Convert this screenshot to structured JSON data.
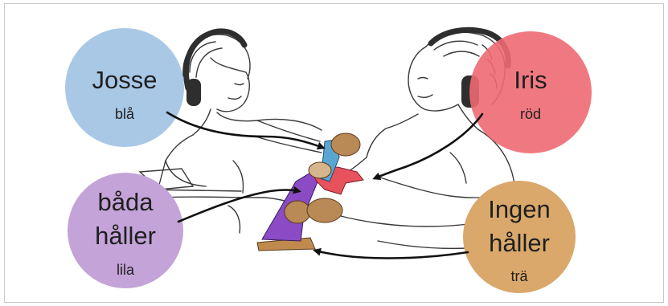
{
  "colors": {
    "josse": "#a9c8e6",
    "iris": "#ee6a73",
    "both": "#c4a3d8",
    "none": "#d9a86a",
    "blue_block": "#5ba5d2",
    "red_block": "#e8525c",
    "purple_block": "#8a4bc4",
    "wood_block": "#c08a4e",
    "skin_dark": "#b98a56",
    "arrow": "#111111",
    "sketch": "#3a3a3a"
  },
  "icons": [
    "headphones-icon",
    "arrow-icon"
  ],
  "labels": {
    "josse": {
      "name": "Josse",
      "color_word": "blå"
    },
    "iris": {
      "name": "Iris",
      "color_word": "röd"
    },
    "both": {
      "line1": "båda",
      "line2": "håller",
      "color_word": "lila"
    },
    "none": {
      "line1": "Ingen",
      "line2": "håller",
      "color_word": "trä"
    }
  }
}
